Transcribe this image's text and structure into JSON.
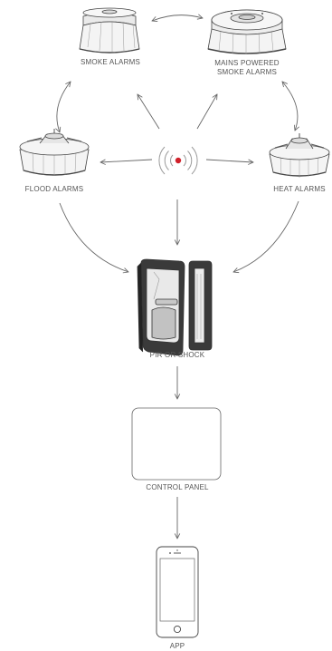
{
  "labels": {
    "smoke_alarms": "SMOKE ALARMS",
    "mains_line1": "MAINS POWERED",
    "mains_line2": "SMOKE ALARMS",
    "flood_alarms": "FLOOD ALARMS",
    "heat_alarms": "HEAT ALARMS",
    "pir_or_shock": "PIR OR SHOCK",
    "control_panel": "CONTROL PANEL",
    "app": "APP"
  },
  "colors": {
    "line": "#666666",
    "signal_dot": "#d0202a",
    "signal_rings": "#9a9a9a",
    "device_fill": "#f4f4f4",
    "device_dark": "#333333"
  },
  "icons": {
    "center": "wireless-signal-icon",
    "smoke": "smoke-alarm-icon",
    "mains": "mains-smoke-alarm-icon",
    "flood": "flood-alarm-icon",
    "heat": "heat-alarm-icon",
    "pir": "pir-sensor-icon",
    "shock": "shock-sensor-icon",
    "panel": "control-panel-box",
    "phone": "smartphone-icon"
  }
}
